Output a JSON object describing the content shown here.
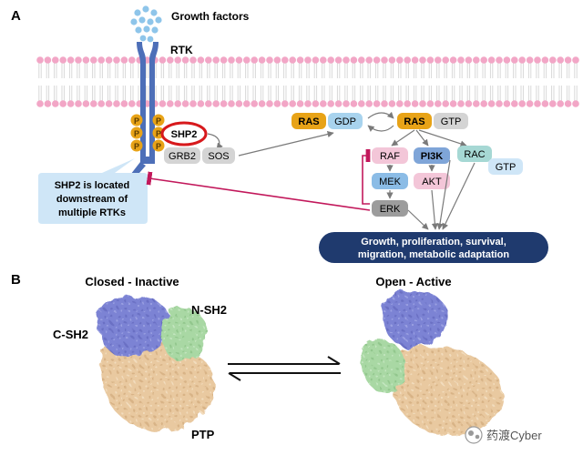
{
  "panel_a": {
    "label": "A",
    "growth_factors": "Growth factors",
    "rtk": "RTK",
    "phospho": "P",
    "shp2": "SHP2",
    "grb2": "GRB2",
    "sos": "SOS",
    "ras": "RAS",
    "gdp": "GDP",
    "gtp": "GTP",
    "raf": "RAF",
    "pi3k": "PI3K",
    "rac": "RAC",
    "mek": "MEK",
    "akt": "AKT",
    "erk": "ERK",
    "callout": [
      "SHP2 is located",
      "downstream of",
      "multiple RTKs"
    ],
    "outcome": [
      "Growth, proliferation, survival,",
      "migration, metabolic adaptation"
    ]
  },
  "panel_b": {
    "label": "B",
    "closed_title": "Closed - Inactive",
    "open_title": "Open - Active",
    "csh2": "C-SH2",
    "nsh2": "N-SH2",
    "ptp": "PTP"
  },
  "watermark": "药渡Cyber",
  "colors": {
    "membrane_head": "#f2a6c6",
    "receptor": "#4d6fb8",
    "phospho": "#e8a317",
    "shp2_ring": "#d7191c",
    "ras_orange": "#e8a317",
    "ras_gdp": "#a8d3ee",
    "gray_node": "#d4d4d4",
    "raf_pink": "#f3c6d8",
    "pi3k_blue": "#7fa5d8",
    "rac_teal": "#a6d8d4",
    "mek_blue": "#8bbce6",
    "akt_pink": "#f3c6d8",
    "erk_gray": "#9c9c9c",
    "inhibition_red": "#c2185b",
    "callout_fill": "#cfe6f7",
    "outcome_fill": "#1f3a6e",
    "csh2_blue": "#7c83d4",
    "nsh2_green": "#a9d8a4",
    "ptp_tan": "#e9c9a0"
  }
}
